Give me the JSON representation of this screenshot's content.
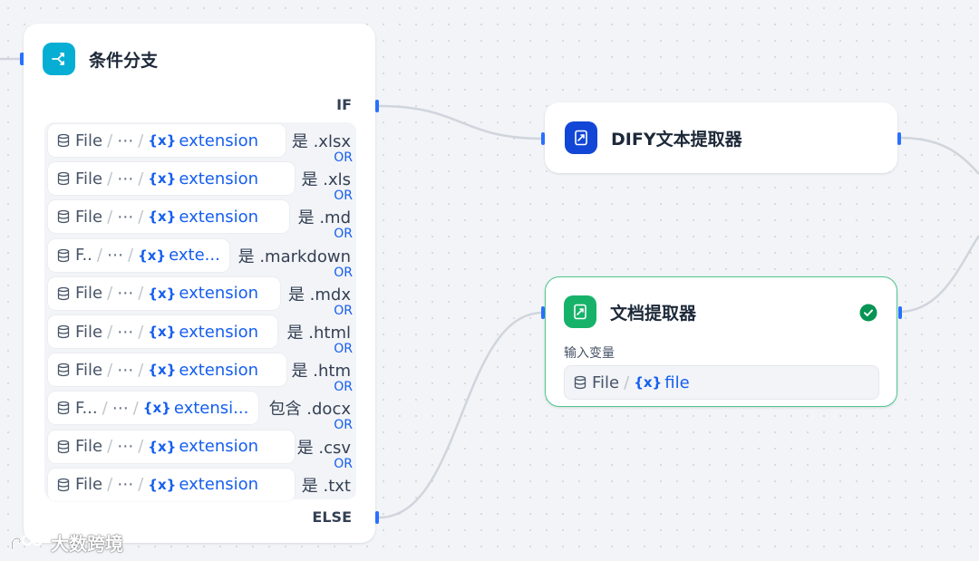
{
  "branch_node": {
    "title": "条件分支",
    "if_label": "IF",
    "else_label": "ELSE",
    "conditions": [
      {
        "node": "File",
        "dots": "⋯",
        "x_icon": "{x}",
        "field": "extension",
        "op_value": "是 .xlsx",
        "or": "OR"
      },
      {
        "node": "File",
        "dots": "⋯",
        "x_icon": "{x}",
        "field": "extension",
        "op_value": "是 .xls",
        "or": "OR"
      },
      {
        "node": "File",
        "dots": "⋯",
        "x_icon": "{x}",
        "field": "extension",
        "op_value": "是 .md",
        "or": "OR"
      },
      {
        "node": "F..",
        "dots": "⋯",
        "x_icon": "{x}",
        "field": "exte...",
        "op_value": "是 .markdown",
        "or": "OR"
      },
      {
        "node": "File",
        "dots": "⋯",
        "x_icon": "{x}",
        "field": "extension",
        "op_value": "是 .mdx",
        "or": "OR"
      },
      {
        "node": "File",
        "dots": "⋯",
        "x_icon": "{x}",
        "field": "extension",
        "op_value": "是 .html",
        "or": "OR"
      },
      {
        "node": "File",
        "dots": "⋯",
        "x_icon": "{x}",
        "field": "extension",
        "op_value": "是 .htm",
        "or": "OR"
      },
      {
        "node": "F...",
        "dots": "⋯",
        "x_icon": "{x}",
        "field": "extensi...",
        "op_value": "包含 .docx",
        "or": "OR"
      },
      {
        "node": "File",
        "dots": "⋯",
        "x_icon": "{x}",
        "field": "extension",
        "op_value": "是 .csv",
        "or": "OR"
      },
      {
        "node": "File",
        "dots": "⋯",
        "x_icon": "{x}",
        "field": "extension",
        "op_value": "是 .txt"
      }
    ]
  },
  "dify_node": {
    "title": "DIFY文本提取器"
  },
  "doc_node": {
    "title": "文档提取器",
    "input_label": "输入变量",
    "var_node": "File",
    "var_x_icon": "{x}",
    "var_field": "file"
  },
  "watermark": {
    "text": "大数跨境"
  },
  "icons": {
    "branch": "branch-split-icon",
    "dify": "document-extract-icon",
    "doc": "document-extract-icon",
    "status": "check-circle-icon",
    "variable_source": "database-icon"
  },
  "colors": {
    "accent": "#155eef",
    "handle": "#2970ff",
    "branch_icon_bg": "#06aed4",
    "dify_icon_bg": "#1246d6",
    "doc_icon_bg": "#17b26a",
    "success": "#079455",
    "edge": "#d0d5dd"
  }
}
